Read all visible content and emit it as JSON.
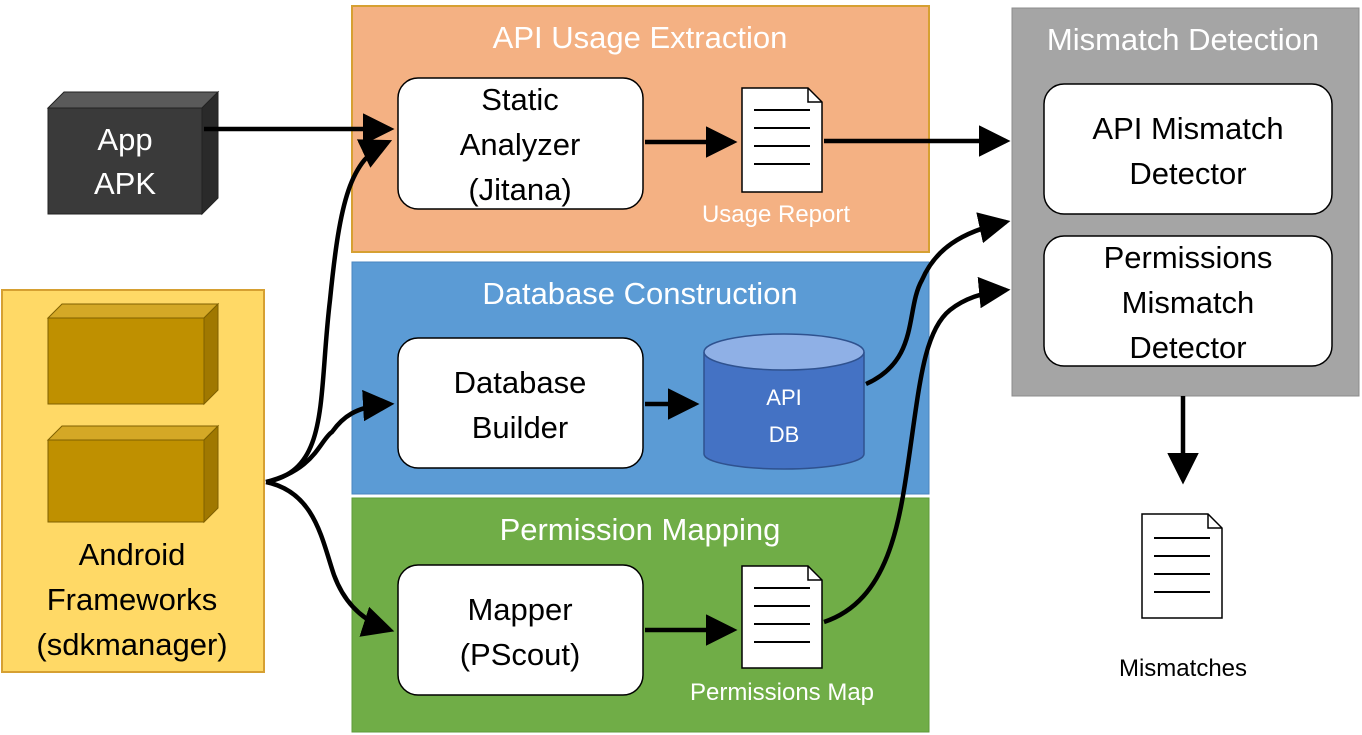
{
  "app_apk": {
    "line1": "App",
    "line2": "APK"
  },
  "android_frameworks": {
    "line1": "Android",
    "line2": "Frameworks",
    "line3": "(sdkmanager)"
  },
  "sections": {
    "api_usage_extraction": {
      "title": "API Usage Extraction"
    },
    "database_construction": {
      "title": "Database Construction"
    },
    "permission_mapping": {
      "title": "Permission Mapping"
    },
    "mismatch_detection": {
      "title": "Mismatch Detection"
    }
  },
  "nodes": {
    "static_analyzer": {
      "line1": "Static",
      "line2": "Analyzer",
      "line3": "(Jitana)"
    },
    "usage_report": {
      "label": "Usage Report"
    },
    "database_builder": {
      "line1": "Database",
      "line2": "Builder"
    },
    "api_db": {
      "line1": "API",
      "line2": "DB"
    },
    "mapper": {
      "line1": "Mapper",
      "line2": "(PScout)"
    },
    "permissions_map": {
      "label": "Permissions Map"
    },
    "api_mismatch_detector": {
      "line1": "API Mismatch",
      "line2": "Detector"
    },
    "permissions_mismatch_detector": {
      "line1": "Permissions",
      "line2": "Mismatch",
      "line3": "Detector"
    },
    "mismatches": {
      "label": "Mismatches"
    }
  },
  "colors": {
    "api_usage_fill": "#f4b183",
    "api_usage_border": "#d6a032",
    "database_fill": "#5b9bd5",
    "permission_fill": "#70ad47",
    "mismatch_fill": "#a5a5a5",
    "frameworks_fill": "#ffd966",
    "frameworks_cube": "#bf9000",
    "apk_box": "#3a3a3a",
    "db_cylinder": "#4472c4",
    "arrow": "#000000"
  }
}
